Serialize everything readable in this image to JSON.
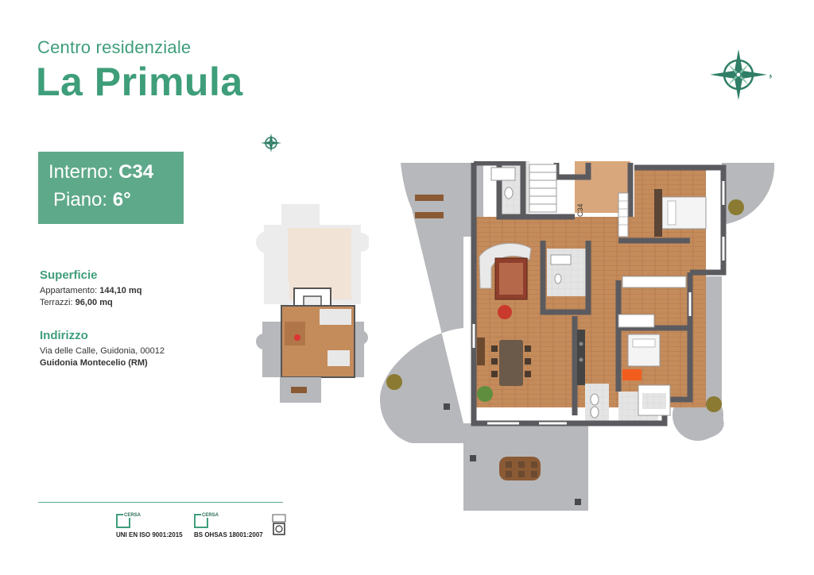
{
  "header": {
    "subtitle": "Centro residenziale",
    "title": "La Primula"
  },
  "unit": {
    "interno_label": "Interno:",
    "interno_value": "C34",
    "piano_label": "Piano:",
    "piano_value": "6°"
  },
  "superficie": {
    "heading": "Superficie",
    "appartamento_label": "Appartamento:",
    "appartamento_value": "144,10 mq",
    "terrazzi_label": "Terrazzi:",
    "terrazzi_value": "96,00 mq"
  },
  "indirizzo": {
    "heading": "Indirizzo",
    "street": "Via delle Calle, Guidonia, 00012",
    "city": "Guidonia Montecelio (RM)"
  },
  "plan": {
    "unit_code": "C34"
  },
  "compass": {
    "north_letter": "N"
  },
  "certifications": [
    {
      "logo": "CERSA",
      "text": "UNI EN ISO 9001:2015"
    },
    {
      "logo": "CERSA",
      "text": "BS OHSAS 18001:2007"
    }
  ],
  "colors": {
    "brand_green": "#3f9e7a",
    "box_green": "#5ea98a",
    "terrace_gray": "#b7b8bb",
    "wall": "#5b5b5f",
    "floor_wood": "#c48b5b"
  }
}
